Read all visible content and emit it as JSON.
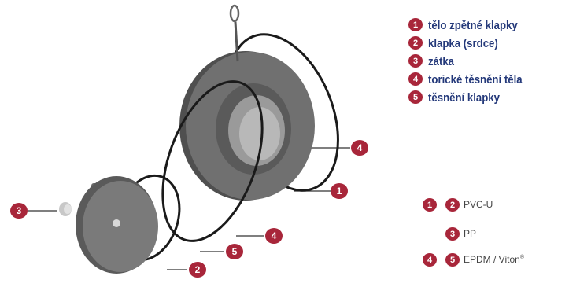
{
  "colors": {
    "badge": "#a8263a",
    "legend_text": "#24397a",
    "material_text": "#444444",
    "part_gray": "#6f6f6f",
    "oring_black": "#1a1a1a"
  },
  "legend": [
    {
      "num": "1",
      "label": "tělo zpětné klapky"
    },
    {
      "num": "2",
      "label": "klapka (srdce)"
    },
    {
      "num": "3",
      "label": "zátka"
    },
    {
      "num": "4",
      "label": "torické těsnění těla"
    },
    {
      "num": "5",
      "label": "těsnění klapky"
    }
  ],
  "materials": [
    {
      "nums": [
        "1",
        "2"
      ],
      "text": "PVC-U"
    },
    {
      "nums": [
        "3"
      ],
      "text": "PP"
    },
    {
      "nums": [
        "4",
        "5"
      ],
      "text": "EPDM / Viton",
      "mark": "®"
    }
  ],
  "callouts": [
    "3",
    "4",
    "1",
    "4",
    "5",
    "2"
  ]
}
